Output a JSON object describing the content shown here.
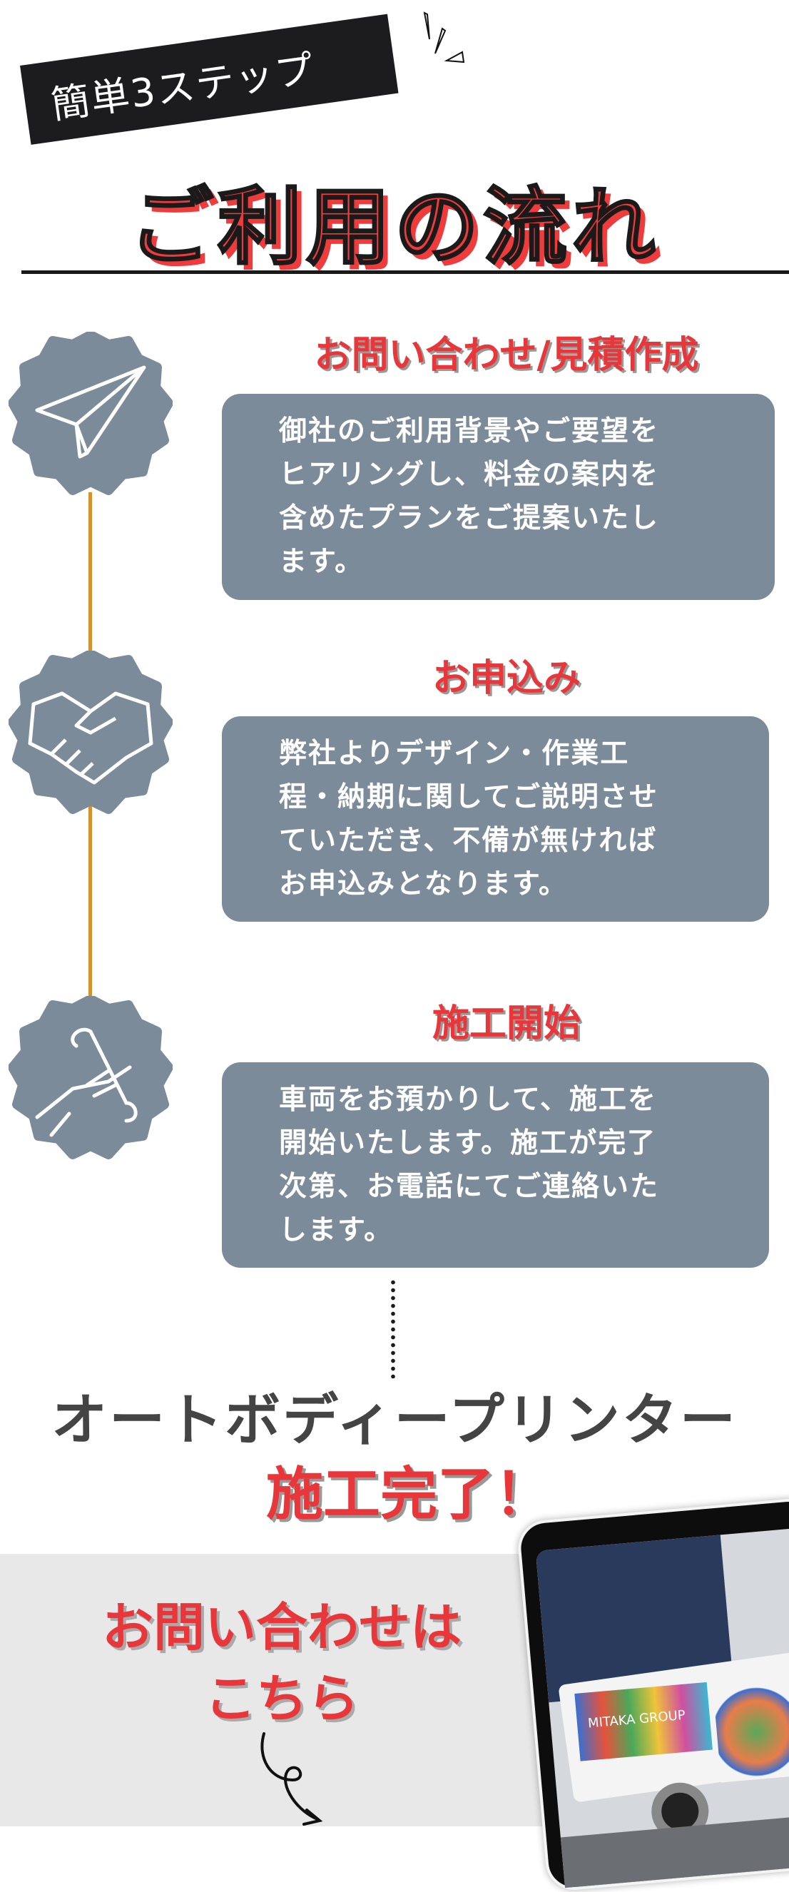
{
  "header": {
    "badge": "簡単3ステップ",
    "title": "ご利用の流れ"
  },
  "steps": [
    {
      "icon": "paper-plane-icon",
      "title": "お問い合わせ/見積作成",
      "lines": [
        "御社のご利用背景やご要望を",
        "ヒアリングし、料金の案内を",
        "含めたプランをご提案いたし",
        "ます。"
      ]
    },
    {
      "icon": "handshake-icon",
      "title": "お申込み",
      "lines": [
        "弊社よりデザイン・作業工",
        "程・納期に関してご説明させ",
        "ていただき、不備が無ければ",
        "お申込みとなります。"
      ]
    },
    {
      "icon": "wrench-hand-icon",
      "title": "施工開始",
      "lines": [
        "車両をお預かりして、施工を",
        "開始いたします。施工が完了",
        "次第、お電話にてご連絡いた",
        "します。"
      ]
    }
  ],
  "result": {
    "product": "オートボディープリンター",
    "status": "施工完了！"
  },
  "contact": {
    "line1": "お問い合わせは",
    "line2": "こちら",
    "photo_text": "MITAKA GROUP"
  },
  "colors": {
    "accent": "#e8373a",
    "box": "#7c8b99",
    "line": "#d6912c",
    "gray": "#e8e8e8"
  }
}
